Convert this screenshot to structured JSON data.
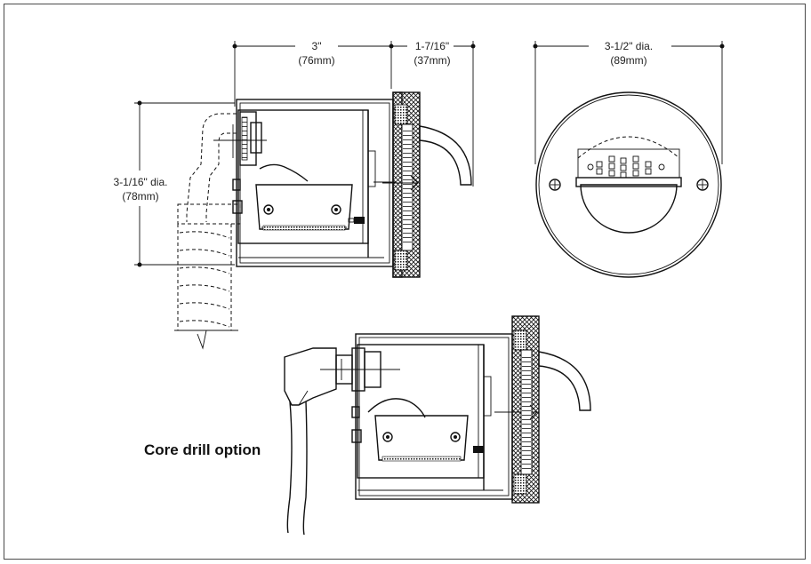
{
  "dimensions": {
    "depth": {
      "label": "3\"",
      "metric": "(76mm)"
    },
    "bezel": {
      "label": "1-7/16\"",
      "metric": "(37mm)"
    },
    "face_dia": {
      "label": "3-1/2\" dia.",
      "metric": "(89mm)"
    },
    "body_dia": {
      "label": "3-1/16\" dia.",
      "metric": "(78mm)"
    }
  },
  "caption": "Core drill option",
  "colors": {
    "line": "#111111",
    "border": "#4a4a4a"
  }
}
